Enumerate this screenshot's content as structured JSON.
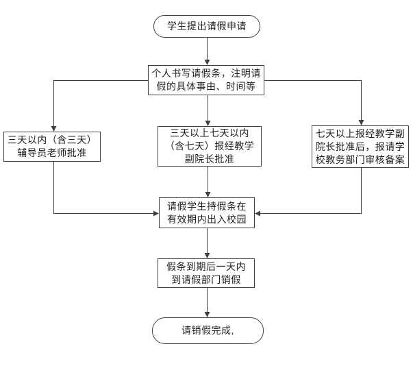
{
  "diagram": {
    "type": "flowchart",
    "language": "zh-CN",
    "topic": "学生请假审批流程",
    "colors": {
      "background": "#ffffff",
      "line": "#3f3f3f",
      "node_fill": "#ffffff",
      "text": "#1f1f1f"
    },
    "nodes": {
      "start": {
        "shape": "terminator",
        "label": "学生提出请假申请"
      },
      "write_note": {
        "shape": "rect",
        "label": "个人书写请假条，注明请\n假的具体事由、时间等"
      },
      "within_3_days": {
        "shape": "rect",
        "label": "三天以内（含三天）\n辅导员老师批准"
      },
      "three_to_seven": {
        "shape": "rect",
        "label": "三天以上七天以内\n（含七天）报经教学\n副院长批准"
      },
      "over_seven": {
        "shape": "rect",
        "label": "七天以上报经教学副\n院长批准后，报请学\n校教务部门审核备案"
      },
      "campus_pass": {
        "shape": "rect",
        "label": "请假学生持假条在\n有效期内出入校园"
      },
      "cancel_leave": {
        "shape": "rect",
        "label": "假条到期后一天内\n到请假部门销假"
      },
      "end": {
        "shape": "terminator",
        "label": "请销假完成,"
      }
    },
    "edges": [
      {
        "from": "start",
        "to": "write_note"
      },
      {
        "from": "write_note",
        "to": "within_3_days"
      },
      {
        "from": "write_note",
        "to": "three_to_seven"
      },
      {
        "from": "write_note",
        "to": "over_seven"
      },
      {
        "from": "within_3_days",
        "to": "campus_pass"
      },
      {
        "from": "three_to_seven",
        "to": "campus_pass"
      },
      {
        "from": "over_seven",
        "to": "campus_pass"
      },
      {
        "from": "campus_pass",
        "to": "cancel_leave"
      },
      {
        "from": "cancel_leave",
        "to": "end"
      }
    ]
  }
}
